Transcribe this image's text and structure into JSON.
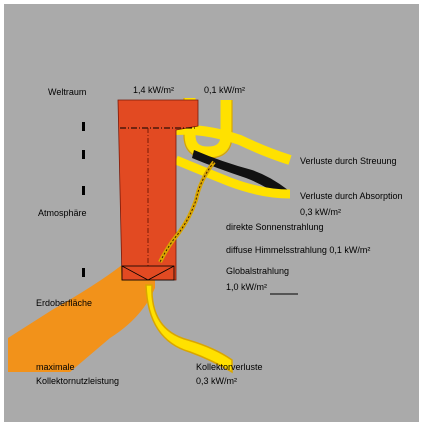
{
  "colors": {
    "background": "#aaaaaa",
    "frame": "#ffffff",
    "solar_column": "#e24a22",
    "ground_orange": "#f2921a",
    "yellow_flux": "#ffe100",
    "yellow_outline": "#d9a600",
    "absorption_black": "#111111",
    "text": "#000000"
  },
  "labels": {
    "weltraum": "Weltraum",
    "flux_top": "1,4 kW/m²",
    "flux_scatter_top": "0,1 kW/m²",
    "verluste_streuung": "Verluste durch Streuung",
    "verluste_absorption": "Verluste durch Absorption",
    "verluste_absorption_value": "0,3 kW/m²",
    "atmosphaere": "Atmosphäre",
    "direkte_strahlung": "direkte Sonnenstrahlung",
    "diffuse_strahlung": "diffuse Himmelsstrahlung 0,1 kW/m²",
    "globalstrahlung": "Globalstrahlung",
    "globalstrahlung_value": "1,0 kW/m²",
    "erdoberflaeche": "Erdoberfläche",
    "maximale_1": "maximale",
    "maximale_2": "Kollektornutzleistung",
    "kollektorverluste": "Kollektorverluste",
    "kollektorverluste_value": "0,3 kW/m²"
  }
}
